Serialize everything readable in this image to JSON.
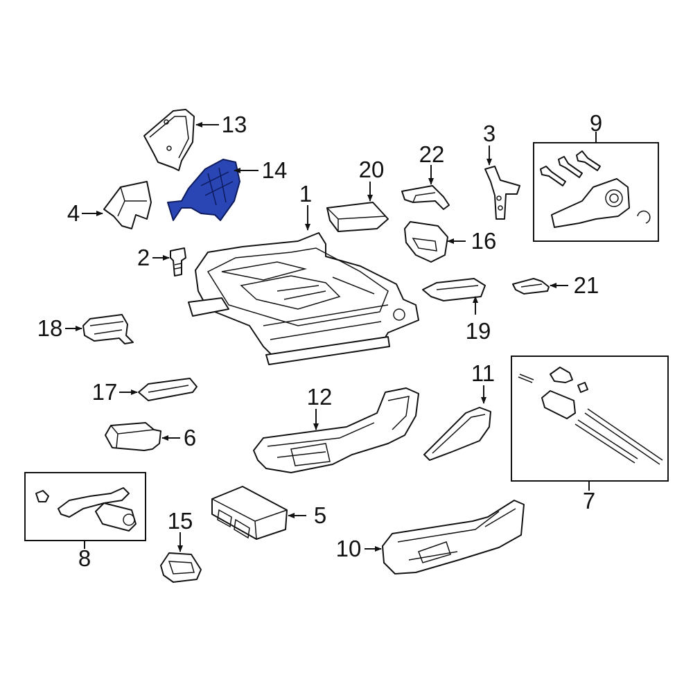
{
  "callouts": {
    "c1": "1",
    "c2": "2",
    "c3": "3",
    "c4": "4",
    "c5": "5",
    "c6": "6",
    "c7": "7",
    "c8": "8",
    "c9": "9",
    "c10": "10",
    "c11": "11",
    "c12": "12",
    "c13": "13",
    "c14": "14",
    "c15": "15",
    "c16": "16",
    "c17": "17",
    "c18": "18",
    "c19": "19",
    "c20": "20",
    "c21": "21",
    "c22": "22"
  },
  "highlight_part": "14",
  "colors": {
    "highlight": "#2a46b5",
    "line": "#111111",
    "background": "#ffffff"
  }
}
